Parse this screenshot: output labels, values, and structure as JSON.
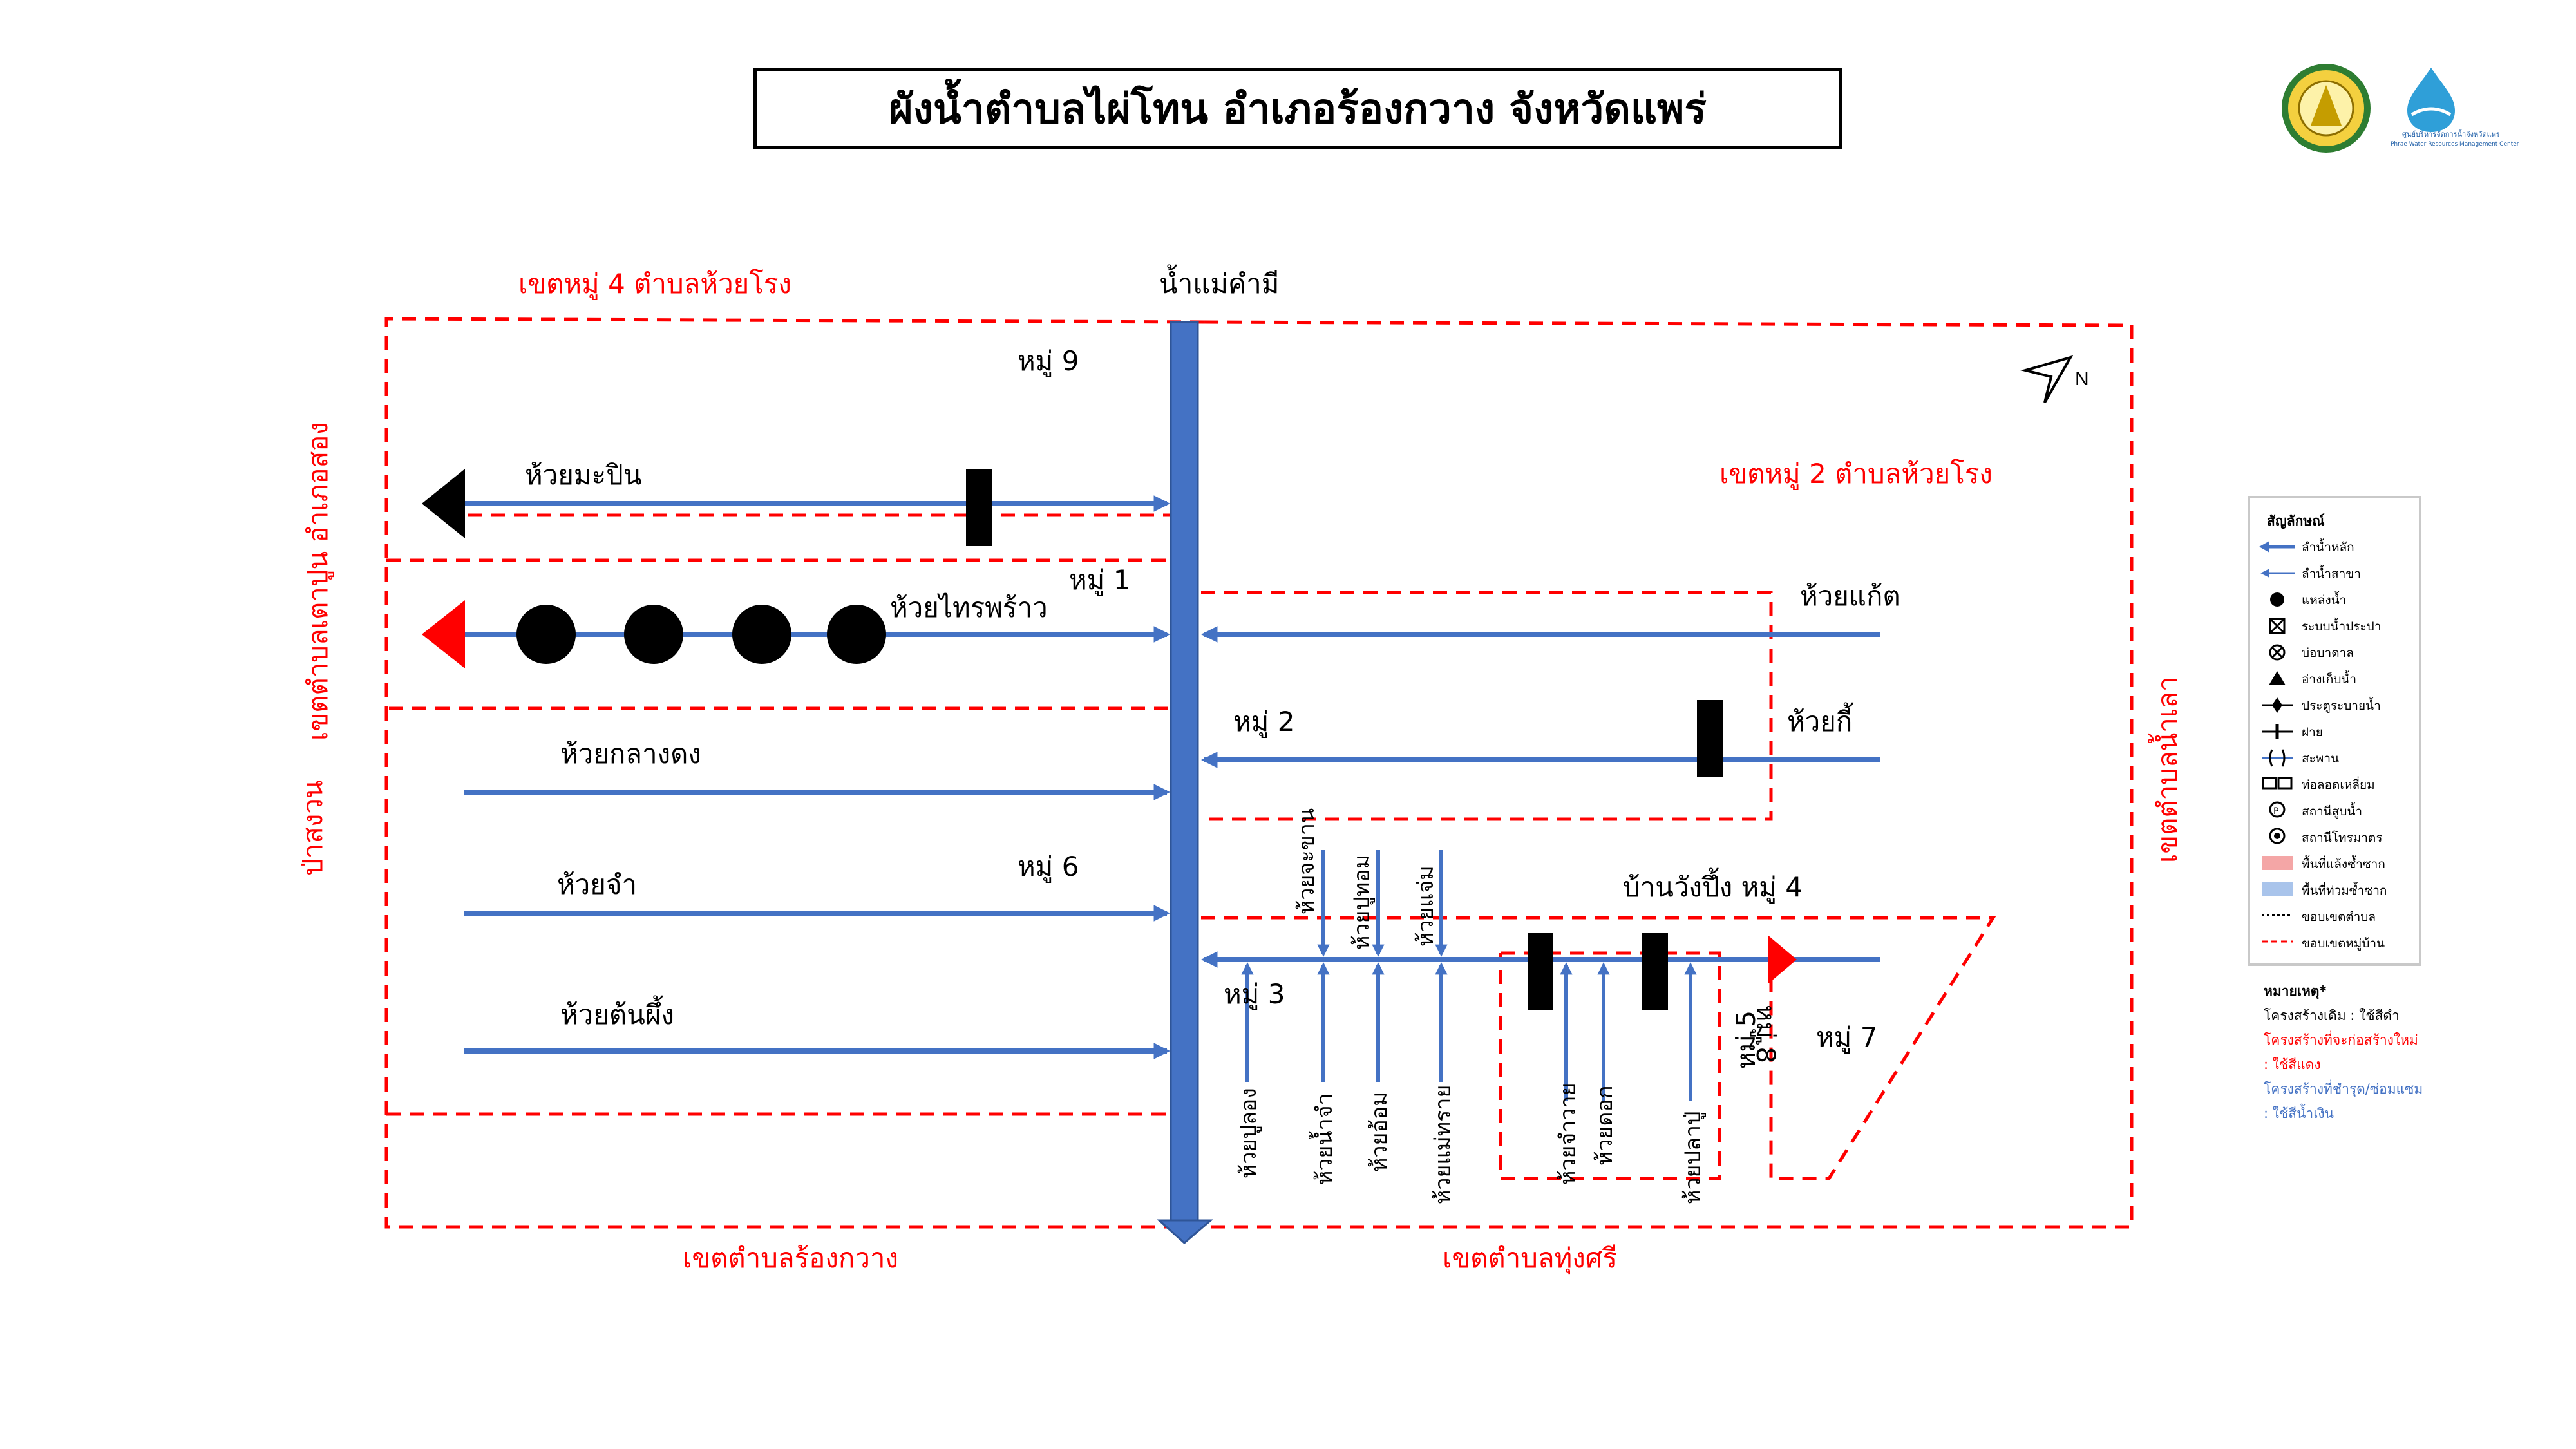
{
  "title": "ผังน้ำตำบลไผ่โทน อำเภอร้องกวาง จังหวัดแพร่",
  "colors": {
    "stream": "#4472c4",
    "boundary": "#ff0000",
    "existing": "#000000",
    "new": "#ff0000",
    "repaired": "#4472c4"
  },
  "main_river": "น้ำแม่คำมี",
  "boundaries": {
    "north_left": "เขตหมู่ 4 ตำบลห้วยโรง",
    "north_right": "เขตหมู่ 2 ตำบลห้วยโรง",
    "west_1": "เขตตำบลเตาปูน อำเภอสอง",
    "west_2": "ป่าสงวน",
    "east": "เขตตำบลน้ำเลา",
    "south_left": "เขตตำบลร้องกวาง",
    "south_right": "เขตตำบลทุ่งศรี"
  },
  "villages": {
    "m9": "หมู่ 9",
    "m1": "หมู่ 1",
    "m2": "หมู่ 2",
    "m6": "หมู่ 6",
    "m3": "หมู่ 3",
    "m5": "หมู่ 5",
    "m8": "หมู่ 8",
    "m7": "หมู่ 7",
    "wangpung": "บ้านวังปึ้ง หมู่ 4"
  },
  "streams": {
    "west": [
      "ห้วยมะปิน",
      "ห้วยไทรพร้าว",
      "ห้วยกลางดง",
      "ห้วยจำ",
      "ห้วยต้นผึ้ง"
    ],
    "east": [
      "ห้วยแก้ต",
      "ห้วยกี้"
    ],
    "tributaries_top": [
      "ห้วยจะขาน",
      "ห้วยปูทอม",
      "ห้วยแจ่ม"
    ],
    "tributaries_bottom": [
      "ห้วยปูลอง",
      "ห้วยน้ำจำ",
      "ห้วยอ้อม",
      "ห้วยแม่ทราย",
      "ห้วยจำวาย",
      "ห้วยดอก",
      "ห้วยปลาปู่"
    ]
  },
  "north_label": "N",
  "legend": {
    "title": "สัญลักษณ์",
    "items": [
      {
        "icon": "main-stream-arrow-icon",
        "label": "ลำน้ำหลัก"
      },
      {
        "icon": "branch-stream-arrow-icon",
        "label": "ลำน้ำสาขา"
      },
      {
        "icon": "water-source-dot-icon",
        "label": "แหล่งน้ำ"
      },
      {
        "icon": "water-supply-box-icon",
        "label": "ระบบน้ำประปา"
      },
      {
        "icon": "groundwater-well-icon",
        "label": "บ่อบาดาล"
      },
      {
        "icon": "reservoir-triangle-icon",
        "label": "อ่างเก็บน้ำ"
      },
      {
        "icon": "sluice-gate-icon",
        "label": "ประตูระบายน้ำ"
      },
      {
        "icon": "weir-icon",
        "label": "ฝาย"
      },
      {
        "icon": "bridge-icon",
        "label": "สะพาน"
      },
      {
        "icon": "box-culvert-icon",
        "label": "ท่อลอดเหลี่ยม"
      },
      {
        "icon": "pump-station-icon",
        "label": "สถานีสูบน้ำ"
      },
      {
        "icon": "telemetry-station-icon",
        "label": "สถานีโทรมาตร"
      },
      {
        "icon": "drought-area-swatch-icon",
        "label": "พื้นที่แล้งซ้ำซาก"
      },
      {
        "icon": "flood-area-swatch-icon",
        "label": "พื้นที่ท่วมซ้ำซาก"
      },
      {
        "icon": "subdistrict-boundary-line-icon",
        "label": "ขอบเขตตำบล"
      },
      {
        "icon": "village-boundary-line-icon",
        "label": "ขอบเขตหมู่บ้าน"
      }
    ]
  },
  "note": {
    "title": "หมายเหตุ*",
    "existing_text": "โครงสร้างเดิม : ใช้สีดำ",
    "new_text_1": "โครงสร้างที่จะก่อสร้างใหม่",
    "new_text_2": ": ใช้สีแดง",
    "repair_text_1": "โครงสร้างที่ชำรุด/ซ่อมแซม",
    "repair_text_2": ": ใช้สีน้ำเงิน"
  },
  "logos": {
    "dept_small": "ศูนย์บริหารจัดการน้ำจังหวัดแพร่",
    "dept_small_en": "Phrae Water Resources Management Center"
  }
}
